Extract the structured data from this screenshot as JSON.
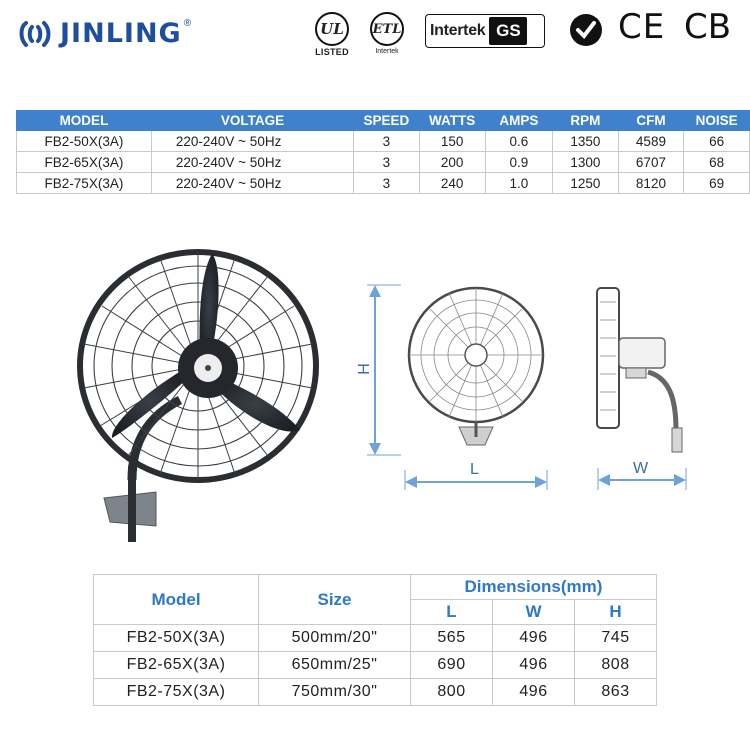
{
  "brand": {
    "name": "JINLING",
    "registered": "®"
  },
  "certifications": {
    "ul": {
      "mark": "UL",
      "caption": "LISTED"
    },
    "etl": {
      "mark": "ETL",
      "caption": "Intertek"
    },
    "intertek_gs": {
      "text": "Intertek",
      "gs": "GS"
    },
    "ce": "CE",
    "cb": "CB"
  },
  "spec_table": {
    "headers": [
      "MODEL",
      "VOLTAGE",
      "SPEED",
      "WATTS",
      "AMPS",
      "RPM",
      "CFM",
      "NOISE"
    ],
    "rows": [
      [
        "FB2-50X(3A)",
        "220-240V ~ 50Hz",
        "3",
        "150",
        "0.6",
        "1350",
        "4589",
        "66"
      ],
      [
        "FB2-65X(3A)",
        "220-240V ~ 50Hz",
        "3",
        "200",
        "0.9",
        "1300",
        "6707",
        "68"
      ],
      [
        "FB2-75X(3A)",
        "220-240V ~ 50Hz",
        "3",
        "240",
        "1.0",
        "1250",
        "8120",
        "69"
      ]
    ]
  },
  "diagram": {
    "height_label": "H",
    "length_label": "L",
    "width_label": "W"
  },
  "dimension_table": {
    "model_header": "Model",
    "size_header": "Size",
    "dims_header": "Dimensions(mm)",
    "sub_headers": [
      "L",
      "W",
      "H"
    ],
    "rows": [
      [
        "FB2-50X(3A)",
        "500mm/20\"",
        "565",
        "496",
        "745"
      ],
      [
        "FB2-65X(3A)",
        "650mm/25\"",
        "690",
        "496",
        "808"
      ],
      [
        "FB2-75X(3A)",
        "750mm/30\"",
        "800",
        "496",
        "863"
      ]
    ]
  },
  "colors": {
    "brand_blue": "#1d4f9c",
    "table_header": "#3f82cb",
    "dim_header_text": "#2f78c8",
    "arrow": "#6fa3d8"
  }
}
